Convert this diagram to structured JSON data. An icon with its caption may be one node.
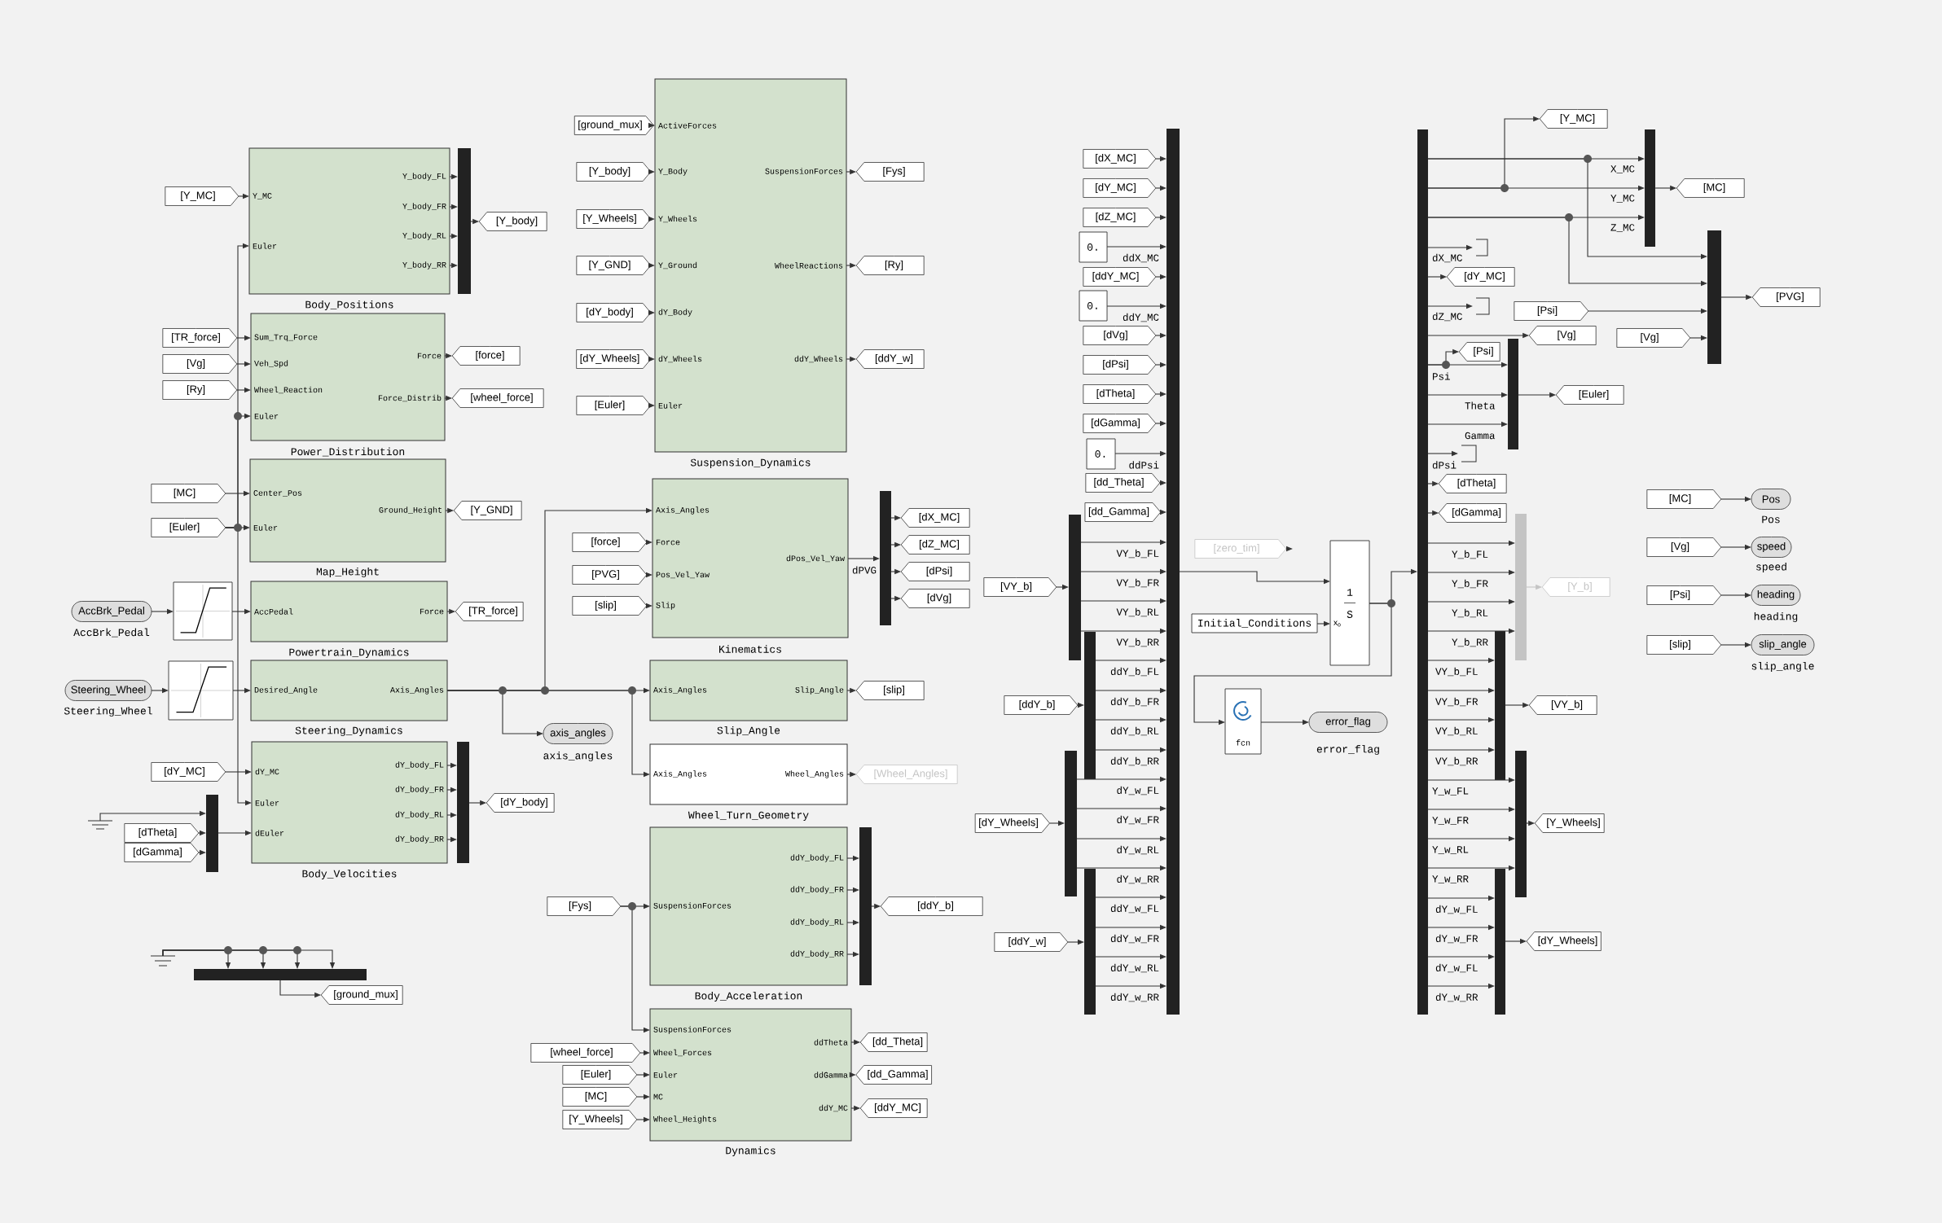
{
  "diagram": {
    "nodes": [
      {
        "text": [
          "[Y_MC]"
        ]
      },
      {
        "text": [
          "Y_MC",
          "Euler",
          "Y_body_FL",
          "Y_body_FR",
          "Y_body_RL",
          "Y_body_RR",
          "Body_Positions"
        ]
      },
      {
        "text": [],
        "shape": "bar"
      },
      {
        "text": [
          "[Y_body]"
        ]
      },
      {
        "text": [
          "[TR_force]"
        ]
      },
      {
        "text": [
          "[Vg]"
        ]
      },
      {
        "text": [
          "[Ry]"
        ]
      },
      {
        "text": [
          "Sum_Trq_Force",
          "Veh_Spd",
          "Wheel_Reaction",
          "Euler",
          "Force",
          "Force_Distrib",
          "Power_Distribution"
        ]
      },
      {
        "text": [
          "[force]"
        ]
      },
      {
        "text": [
          "[wheel_force]"
        ]
      },
      {
        "text": [
          "[MC]"
        ]
      },
      {
        "text": [
          "[Euler]"
        ]
      },
      {
        "text": [
          "Center_Pos",
          "Euler",
          "Ground_Height",
          "Map_Height"
        ]
      },
      {
        "text": [
          "[Y_GND]"
        ]
      },
      {
        "text": [
          "AccBrk_Pedal"
        ],
        "beside": [
          "AccBrk_Pedal"
        ]
      },
      {
        "text": [],
        "shape": "picture"
      },
      {
        "text": [
          "AccPedal",
          "Force",
          "Powertrain_Dynamics"
        ]
      },
      {
        "text": [
          "[TR_force]"
        ]
      },
      {
        "text": [
          "Steering_Wheel"
        ],
        "beside": [
          "Steering_Wheel"
        ]
      },
      {
        "text": [],
        "shape": "picture"
      },
      {
        "text": [
          "Desired_Angle",
          "Axis_Angles",
          "Steering_Dynamics"
        ]
      },
      {
        "text": [
          "axis_angles"
        ],
        "beside": [
          "axis_angles"
        ]
      },
      {
        "text": [
          "[dY_MC]"
        ]
      },
      {
        "text": [],
        "shape": "ground"
      },
      {
        "text": [
          "[dTheta]"
        ]
      },
      {
        "text": [
          "[dGamma]"
        ]
      },
      {
        "text": [],
        "shape": "bar"
      },
      {
        "text": [
          "dY_MC",
          "Euler",
          "dEuler",
          "dY_body_FL",
          "dY_body_FR",
          "dY_body_RL",
          "dY_body_RR",
          "Body_Velocities"
        ]
      },
      {
        "text": [],
        "shape": "bar"
      },
      {
        "text": [
          "[dY_body]"
        ]
      },
      {
        "text": [],
        "shape": "ground"
      },
      {
        "text": [],
        "shape": "bar"
      },
      {
        "text": [
          "[ground_mux]"
        ]
      },
      {
        "text": [
          "[ground_mux]"
        ]
      },
      {
        "text": [
          "[Y_body]"
        ]
      },
      {
        "text": [
          "[Y_Wheels]"
        ]
      },
      {
        "text": [
          "[Y_GND]"
        ]
      },
      {
        "text": [
          "[dY_body]"
        ]
      },
      {
        "text": [
          "[dY_Wheels]"
        ]
      },
      {
        "text": [
          "[Euler]"
        ]
      },
      {
        "text": [
          "ActiveForces",
          "Y_Body",
          "Y_Wheels",
          "Y_Ground",
          "dY_Body",
          "dY_Wheels",
          "Euler",
          "SuspensionForces",
          "WheelReactions",
          "ddY_Wheels",
          "Suspension_Dynamics"
        ]
      },
      {
        "text": [
          "[Fys]"
        ]
      },
      {
        "text": [
          "[Ry]"
        ]
      },
      {
        "text": [
          "[ddY_w]"
        ]
      },
      {
        "text": [
          "[force]"
        ]
      },
      {
        "text": [
          "[PVG]"
        ]
      },
      {
        "text": [
          "[slip]"
        ]
      },
      {
        "text": [
          "Axis_Angles",
          "Force",
          "Pos_Vel_Yaw",
          "Slip",
          "dPos_Vel_Yaw",
          "Kinematics"
        ]
      },
      {
        "text": [],
        "shape": "bar"
      },
      {
        "text": [
          "[dX_MC]"
        ]
      },
      {
        "text": [
          "[dZ_MC]"
        ]
      },
      {
        "text": [
          "[dPsi]"
        ]
      },
      {
        "text": [
          "[dVg]"
        ]
      },
      {
        "text": [
          "Axis_Angles",
          "Slip_Angle",
          "Slip_Angle"
        ]
      },
      {
        "text": [
          "[slip]"
        ]
      },
      {
        "text": [
          "Axis_Angles",
          "Wheel_Angles",
          "Wheel_Turn_Geometry"
        ]
      },
      {
        "text": [
          "[Wheel_Angles]"
        ]
      },
      {
        "text": [
          "[Fys]"
        ]
      },
      {
        "text": [
          "SuspensionForces",
          "ddY_body_FL",
          "ddY_body_FR",
          "ddY_body_RL",
          "ddY_body_RR",
          "Body_Acceleration"
        ]
      },
      {
        "text": [],
        "shape": "bar"
      },
      {
        "text": [
          "[ddY_b]"
        ]
      },
      {
        "text": [
          "[wheel_force]"
        ]
      },
      {
        "text": [
          "[Euler]"
        ]
      },
      {
        "text": [
          "[MC]"
        ]
      },
      {
        "text": [
          "[Y_Wheels]"
        ]
      },
      {
        "text": [
          "SuspensionForces",
          "Wheel_Forces",
          "Euler",
          "MC",
          "Wheel_Heights",
          "ddTheta",
          "ddGamma",
          "ddY_MC",
          "Dynamics"
        ]
      },
      {
        "text": [
          "[dd_Theta]"
        ]
      },
      {
        "text": [
          "[dd_Gamma]"
        ]
      },
      {
        "text": [
          "[ddY_MC]"
        ]
      },
      {
        "text": [
          "[dX_MC]"
        ]
      },
      {
        "text": [
          "[dY_MC]"
        ]
      },
      {
        "text": [
          "[dZ_MC]"
        ]
      },
      {
        "text": [
          "0."
        ]
      },
      {
        "text": [
          "[ddY_MC]"
        ]
      },
      {
        "text": [
          "0."
        ]
      },
      {
        "text": [
          "[dVg]"
        ]
      },
      {
        "text": [
          "[dPsi]"
        ]
      },
      {
        "text": [
          "[dTheta]"
        ]
      },
      {
        "text": [
          "[dGamma]"
        ]
      },
      {
        "text": [
          "0."
        ]
      },
      {
        "text": [
          "[dd_Theta]"
        ]
      },
      {
        "text": [
          "[dd_Gamma]"
        ]
      },
      {
        "text": [
          "[VY_b]"
        ]
      },
      {
        "text": [],
        "shape": "bar"
      },
      {
        "text": [
          "[ddY_b]"
        ]
      },
      {
        "text": [],
        "shape": "bar"
      },
      {
        "text": [
          "[dY_Wheels]"
        ]
      },
      {
        "text": [],
        "shape": "bar"
      },
      {
        "text": [
          "[ddY_w]"
        ]
      },
      {
        "text": [],
        "shape": "bar"
      },
      {
        "text": [],
        "shape": "bar"
      },
      {
        "text": [
          "[zero_tim]"
        ]
      },
      {
        "text": [
          "Initial_Conditions"
        ]
      },
      {
        "text": [
          "1",
          "S",
          "x$_{o}$"
        ]
      },
      {
        "text": [
          "fcn"
        ]
      },
      {
        "text": [
          "error_flag"
        ],
        "beside": [
          "error_flag"
        ]
      },
      {
        "text": [],
        "shape": "bar"
      },
      {
        "text": [
          "[Y_MC]"
        ]
      },
      {
        "text": [],
        "shape": "bar"
      },
      {
        "text": [
          "[MC]"
        ]
      },
      {
        "text": [],
        "shape": "bracket"
      },
      {
        "text": [
          "[dY_MC]"
        ]
      },
      {
        "text": [],
        "shape": "bracket"
      },
      {
        "text": [
          "[Psi]"
        ]
      },
      {
        "text": [
          "[Vg]"
        ]
      },
      {
        "text": [],
        "shape": "bar"
      },
      {
        "text": [
          "[PVG]"
        ]
      },
      {
        "text": [
          "[Vg]"
        ]
      },
      {
        "text": [
          "[Psi]"
        ]
      },
      {
        "text": [],
        "shape": "bar"
      },
      {
        "text": [
          "[Euler]"
        ]
      },
      {
        "text": [],
        "shape": "bracket"
      },
      {
        "text": [
          "[dTheta]"
        ]
      },
      {
        "text": [
          "[dGamma]"
        ]
      },
      {
        "text": [],
        "shape": "bar"
      },
      {
        "text": [
          "[Y_b]"
        ]
      },
      {
        "text": [],
        "shape": "bar"
      },
      {
        "text": [
          "[VY_b]"
        ]
      },
      {
        "text": [],
        "shape": "bar"
      },
      {
        "text": [
          "[Y_Wheels]"
        ]
      },
      {
        "text": [],
        "shape": "bar"
      },
      {
        "text": [
          "[dY_Wheels]"
        ]
      },
      {
        "text": [
          "[MC]"
        ]
      },
      {
        "text": [
          "Pos"
        ],
        "beside": [
          "Pos"
        ]
      },
      {
        "text": [
          "[Vg]"
        ]
      },
      {
        "text": [
          "speed"
        ],
        "beside": [
          "speed"
        ]
      },
      {
        "text": [
          "[Psi]"
        ]
      },
      {
        "text": [
          "heading"
        ],
        "beside": [
          "heading"
        ]
      },
      {
        "text": [
          "[slip]"
        ]
      },
      {
        "text": [
          "slip_angle"
        ],
        "beside": [
          "slip_angle"
        ]
      }
    ],
    "edges": [
      {
        "from": 0,
        "to": 1,
        "arrow": "to"
      },
      {
        "from": 1,
        "to": 2,
        "arrow": "to"
      },
      {
        "from": 1,
        "to": 2,
        "arrow": "to"
      },
      {
        "from": 1,
        "to": 2,
        "arrow": "to"
      },
      {
        "from": 1,
        "to": 2,
        "arrow": "to"
      },
      {
        "from": 2,
        "to": 3,
        "arrow": "to"
      },
      {
        "from": 4,
        "to": 7,
        "arrow": "to"
      },
      {
        "from": 5,
        "to": 7,
        "arrow": "to"
      },
      {
        "from": 6,
        "to": 7,
        "arrow": "to"
      },
      {
        "from": 7,
        "to": 8,
        "arrow": "to"
      },
      {
        "from": 7,
        "to": 9,
        "arrow": "to"
      },
      {
        "from": 10,
        "to": 12,
        "arrow": "to"
      },
      {
        "from": 11,
        "to": 12,
        "arrow": "to"
      },
      {
        "from": 11,
        "to": 1,
        "arrow": "to"
      },
      {
        "from": 11,
        "to": 7,
        "arrow": "to"
      },
      {
        "from": 11,
        "to": 27,
        "arrow": "to"
      },
      {
        "from": 12,
        "to": 13,
        "arrow": "to"
      },
      {
        "from": 14,
        "to": 15,
        "arrow": "to"
      },
      {
        "from": 15,
        "to": 16,
        "arrow": "to"
      },
      {
        "from": 16,
        "to": 17,
        "arrow": "to"
      },
      {
        "from": 18,
        "to": 19,
        "arrow": "to"
      },
      {
        "from": 19,
        "to": 20,
        "arrow": "to"
      },
      {
        "from": 20,
        "to": 21,
        "arrow": "to"
      },
      {
        "from": 20,
        "to": 47,
        "arrow": "to"
      },
      {
        "from": 20,
        "to": 53,
        "arrow": "to"
      },
      {
        "from": 20,
        "to": 55,
        "arrow": "to"
      },
      {
        "from": 22,
        "to": 27,
        "arrow": "to"
      },
      {
        "from": 23,
        "to": 26,
        "arrow": "to"
      },
      {
        "from": 24,
        "to": 26,
        "arrow": "to"
      },
      {
        "from": 25,
        "to": 26,
        "arrow": "to"
      },
      {
        "from": 26,
        "to": 27,
        "arrow": "to"
      },
      {
        "from": 27,
        "to": 28,
        "arrow": "to"
      },
      {
        "from": 27,
        "to": 28,
        "arrow": "to"
      },
      {
        "from": 27,
        "to": 28,
        "arrow": "to"
      },
      {
        "from": 27,
        "to": 28,
        "arrow": "to"
      },
      {
        "from": 28,
        "to": 29,
        "arrow": "to"
      },
      {
        "from": 30,
        "to": 31,
        "arrow": "to"
      },
      {
        "from": 30,
        "to": 31,
        "arrow": "to"
      },
      {
        "from": 30,
        "to": 31,
        "arrow": "to"
      },
      {
        "from": 30,
        "to": 31,
        "arrow": "to"
      },
      {
        "from": 31,
        "to": 32,
        "arrow": "to"
      },
      {
        "from": 33,
        "to": 40,
        "arrow": "to"
      },
      {
        "from": 34,
        "to": 40,
        "arrow": "to"
      },
      {
        "from": 35,
        "to": 40,
        "arrow": "to"
      },
      {
        "from": 36,
        "to": 40,
        "arrow": "to"
      },
      {
        "from": 37,
        "to": 40,
        "arrow": "to"
      },
      {
        "from": 38,
        "to": 40,
        "arrow": "to"
      },
      {
        "from": 39,
        "to": 40,
        "arrow": "to"
      },
      {
        "from": 40,
        "to": 41,
        "arrow": "to"
      },
      {
        "from": 40,
        "to": 42,
        "arrow": "to"
      },
      {
        "from": 40,
        "to": 43,
        "arrow": "to"
      },
      {
        "from": 44,
        "to": 47,
        "arrow": "to"
      },
      {
        "from": 45,
        "to": 47,
        "arrow": "to"
      },
      {
        "from": 46,
        "to": 47,
        "arrow": "to"
      },
      {
        "from": 47,
        "to": 48,
        "arrow": "to",
        "label": "dPVG"
      },
      {
        "from": 48,
        "to": 49,
        "arrow": "to"
      },
      {
        "from": 48,
        "to": 50,
        "arrow": "to"
      },
      {
        "from": 48,
        "to": 51,
        "arrow": "to"
      },
      {
        "from": 48,
        "to": 52,
        "arrow": "to"
      },
      {
        "from": 53,
        "to": 54,
        "arrow": "to"
      },
      {
        "from": 55,
        "to": 56,
        "arrow": "to"
      },
      {
        "from": 57,
        "to": 58,
        "arrow": "to"
      },
      {
        "from": 57,
        "to": 65,
        "arrow": "to"
      },
      {
        "from": 58,
        "to": 59,
        "arrow": "to"
      },
      {
        "from": 58,
        "to": 59,
        "arrow": "to"
      },
      {
        "from": 58,
        "to": 59,
        "arrow": "to"
      },
      {
        "from": 58,
        "to": 59,
        "arrow": "to"
      },
      {
        "from": 59,
        "to": 60,
        "arrow": "to"
      },
      {
        "from": 61,
        "to": 65,
        "arrow": "to"
      },
      {
        "from": 62,
        "to": 65,
        "arrow": "to"
      },
      {
        "from": 63,
        "to": 65,
        "arrow": "to"
      },
      {
        "from": 64,
        "to": 65,
        "arrow": "to"
      },
      {
        "from": 65,
        "to": 66,
        "arrow": "to"
      },
      {
        "from": 65,
        "to": 67,
        "arrow": "to"
      },
      {
        "from": 65,
        "to": 68,
        "arrow": "to"
      },
      {
        "from": 69,
        "to": 90,
        "arrow": "to"
      },
      {
        "from": 70,
        "to": 90,
        "arrow": "to"
      },
      {
        "from": 71,
        "to": 90,
        "arrow": "to"
      },
      {
        "from": 72,
        "to": 90,
        "arrow": "to",
        "label": "ddX_MC"
      },
      {
        "from": 73,
        "to": 90,
        "arrow": "to"
      },
      {
        "from": 74,
        "to": 90,
        "arrow": "to",
        "label": "ddY_MC"
      },
      {
        "from": 75,
        "to": 90,
        "arrow": "to"
      },
      {
        "from": 76,
        "to": 90,
        "arrow": "to"
      },
      {
        "from": 77,
        "to": 90,
        "arrow": "to"
      },
      {
        "from": 78,
        "to": 90,
        "arrow": "to"
      },
      {
        "from": 79,
        "to": 90,
        "arrow": "to",
        "label": "ddPsi"
      },
      {
        "from": 80,
        "to": 90,
        "arrow": "to"
      },
      {
        "from": 81,
        "to": 90,
        "arrow": "to"
      },
      {
        "from": 82,
        "to": 83,
        "arrow": "to"
      },
      {
        "from": 83,
        "to": 90,
        "arrow": "to",
        "label": "VY_b_FL"
      },
      {
        "from": 83,
        "to": 90,
        "arrow": "to",
        "label": "VY_b_FR"
      },
      {
        "from": 83,
        "to": 90,
        "arrow": "to",
        "label": "VY_b_RL"
      },
      {
        "from": 83,
        "to": 90,
        "arrow": "to",
        "label": "VY_b_RR"
      },
      {
        "from": 84,
        "to": 85,
        "arrow": "to"
      },
      {
        "from": 85,
        "to": 90,
        "arrow": "to",
        "label": "ddY_b_FL"
      },
      {
        "from": 85,
        "to": 90,
        "arrow": "to",
        "label": "ddY_b_FR"
      },
      {
        "from": 85,
        "to": 90,
        "arrow": "to",
        "label": "ddY_b_RL"
      },
      {
        "from": 85,
        "to": 90,
        "arrow": "to",
        "label": "ddY_b_RR"
      },
      {
        "from": 86,
        "to": 87,
        "arrow": "to"
      },
      {
        "from": 87,
        "to": 90,
        "arrow": "to",
        "label": "dY_w_FL"
      },
      {
        "from": 87,
        "to": 90,
        "arrow": "to",
        "label": "dY_w_FR"
      },
      {
        "from": 87,
        "to": 90,
        "arrow": "to",
        "label": "dY_w_RL"
      },
      {
        "from": 87,
        "to": 90,
        "arrow": "to",
        "label": "dY_w_RR"
      },
      {
        "from": 88,
        "to": 89,
        "arrow": "to"
      },
      {
        "from": 89,
        "to": 90,
        "arrow": "to",
        "label": "ddY_w_FL"
      },
      {
        "from": 89,
        "to": 90,
        "arrow": "to",
        "label": "ddY_w_FR"
      },
      {
        "from": 89,
        "to": 90,
        "arrow": "to",
        "label": "ddY_w_RL"
      },
      {
        "from": 89,
        "to": 90,
        "arrow": "to",
        "label": "ddY_w_RR"
      },
      {
        "from": 90,
        "to": 93,
        "arrow": "to"
      },
      {
        "from": 91,
        "to": null,
        "arrow": "to"
      },
      {
        "from": 92,
        "to": 93,
        "arrow": "to"
      },
      {
        "from": 93,
        "to": 96,
        "arrow": "to"
      },
      {
        "from": 93,
        "to": 94,
        "arrow": "to"
      },
      {
        "from": 94,
        "to": 95,
        "arrow": "to"
      },
      {
        "from": 96,
        "to": 98,
        "arrow": "to",
        "label": "X_MC"
      },
      {
        "from": 96,
        "to": 98,
        "arrow": "to",
        "label": "Y_MC"
      },
      {
        "from": 96,
        "to": 98,
        "arrow": "to",
        "label": "Z_MC"
      },
      {
        "from": 96,
        "to": 97,
        "arrow": "to"
      },
      {
        "from": 96,
        "to": 105,
        "arrow": "to"
      },
      {
        "from": 96,
        "to": 105,
        "arrow": "to"
      },
      {
        "from": 98,
        "to": 99,
        "arrow": "to"
      },
      {
        "from": 96,
        "to": 100,
        "arrow": "to",
        "label": "dX_MC"
      },
      {
        "from": 96,
        "to": 101,
        "arrow": "to"
      },
      {
        "from": 96,
        "to": 102,
        "arrow": "to",
        "label": "dZ_MC"
      },
      {
        "from": 103,
        "to": 105,
        "arrow": "to"
      },
      {
        "from": 104,
        "to": 105,
        "arrow": "to"
      },
      {
        "from": 105,
        "to": 106,
        "arrow": "to"
      },
      {
        "from": 96,
        "to": 107,
        "arrow": "to"
      },
      {
        "from": 96,
        "to": 109,
        "arrow": "to",
        "label": "Psi"
      },
      {
        "from": 96,
        "to": 108,
        "arrow": "to"
      },
      {
        "from": 96,
        "to": 109,
        "arrow": "to",
        "label": "Theta"
      },
      {
        "from": 96,
        "to": 109,
        "arrow": "to",
        "label": "Gamma"
      },
      {
        "from": 109,
        "to": 110,
        "arrow": "to"
      },
      {
        "from": 96,
        "to": 111,
        "arrow": "to",
        "label": "dPsi"
      },
      {
        "from": 96,
        "to": 112,
        "arrow": "to"
      },
      {
        "from": 96,
        "to": 113,
        "arrow": "to"
      },
      {
        "from": 96,
        "to": 114,
        "arrow": "to",
        "label": "Y_b_FL"
      },
      {
        "from": 96,
        "to": 114,
        "arrow": "to",
        "label": "Y_b_FR"
      },
      {
        "from": 96,
        "to": 114,
        "arrow": "to",
        "label": "Y_b_RL"
      },
      {
        "from": 96,
        "to": 114,
        "arrow": "to",
        "label": "Y_b_RR"
      },
      {
        "from": 114,
        "to": 115,
        "arrow": "to",
        "color": "#c4c4c4"
      },
      {
        "from": 96,
        "to": 116,
        "arrow": "to",
        "label": "VY_b_FL"
      },
      {
        "from": 96,
        "to": 116,
        "arrow": "to",
        "label": "VY_b_FR"
      },
      {
        "from": 96,
        "to": 116,
        "arrow": "to",
        "label": "VY_b_RL"
      },
      {
        "from": 96,
        "to": 116,
        "arrow": "to",
        "label": "VY_b_RR"
      },
      {
        "from": 116,
        "to": 117,
        "arrow": "to"
      },
      {
        "from": 96,
        "to": 118,
        "arrow": "to",
        "label": "Y_w_FL"
      },
      {
        "from": 96,
        "to": 118,
        "arrow": "to",
        "label": "Y_w_FR"
      },
      {
        "from": 96,
        "to": 118,
        "arrow": "to",
        "label": "Y_w_RL"
      },
      {
        "from": 96,
        "to": 118,
        "arrow": "to",
        "label": "Y_w_RR"
      },
      {
        "from": 118,
        "to": 119,
        "arrow": "to"
      },
      {
        "from": 96,
        "to": 120,
        "arrow": "to",
        "label": "dY_w_FL"
      },
      {
        "from": 96,
        "to": 120,
        "arrow": "to",
        "label": "dY_w_FR"
      },
      {
        "from": 96,
        "to": 120,
        "arrow": "to",
        "label": "dY_w_FL"
      },
      {
        "from": 96,
        "to": 120,
        "arrow": "to",
        "label": "dY_w_RR"
      },
      {
        "from": 120,
        "to": 121,
        "arrow": "to"
      },
      {
        "from": 122,
        "to": 123,
        "arrow": "to"
      },
      {
        "from": 124,
        "to": 125,
        "arrow": "to"
      },
      {
        "from": 126,
        "to": 127,
        "arrow": "to"
      },
      {
        "from": 128,
        "to": 129,
        "arrow": "to"
      }
    ]
  }
}
